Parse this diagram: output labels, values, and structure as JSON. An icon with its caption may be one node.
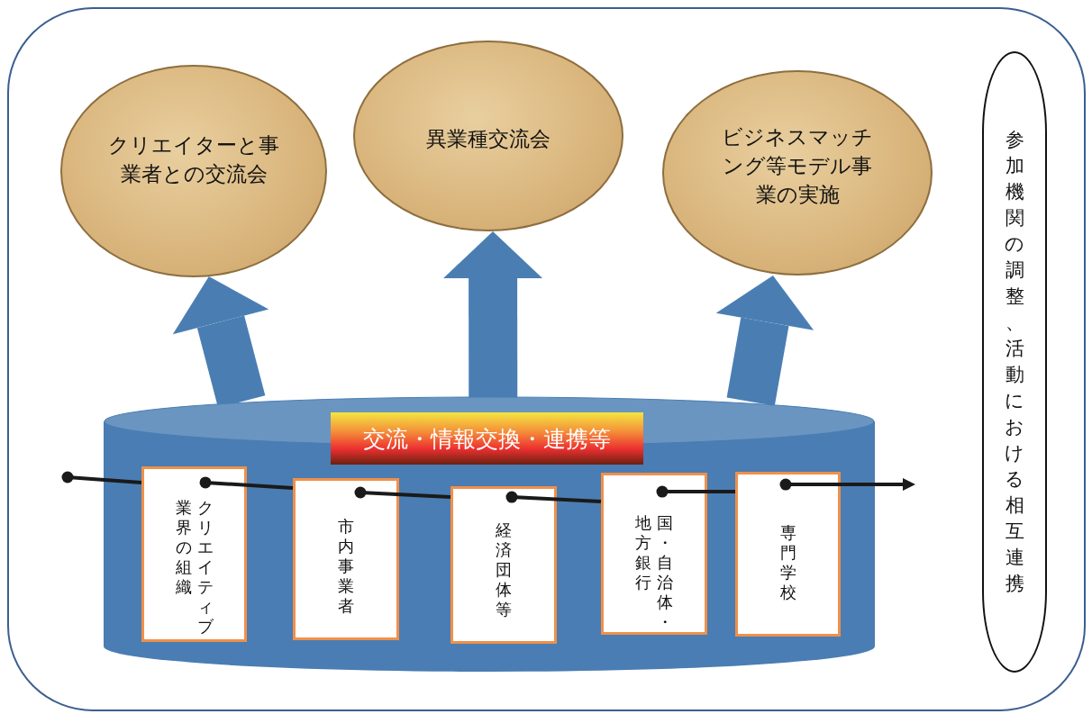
{
  "diagram": {
    "nodes": [
      {
        "text": [
          "クリエイターと事業者との交流会"
        ]
      },
      {
        "text": [
          "異業種交流会"
        ]
      },
      {
        "text": [
          "ビジネスマッチング等モデル事業の実施"
        ]
      },
      {
        "text": [],
        "shape": "cylinder"
      },
      {
        "text": [
          "交流・情報交換・連携等"
        ],
        "in": 3
      },
      {
        "text": [
          "クリエイティブ業界の組織"
        ],
        "in": 3
      },
      {
        "text": [
          "市内事業者"
        ],
        "in": 3
      },
      {
        "text": [
          "経済団体等"
        ],
        "in": 3
      },
      {
        "text": [
          "国・自治体・地方銀行"
        ],
        "in": 3
      },
      {
        "text": [
          "専門学校"
        ],
        "in": 3
      },
      {
        "text": [
          "参加機関の調整、活動における相互連携"
        ]
      }
    ],
    "edges": [
      {
        "from": 3,
        "to": 0,
        "arrow": "to",
        "style": "thick",
        "color": "#4a7eb3"
      },
      {
        "from": 3,
        "to": 1,
        "arrow": "to",
        "style": "thick",
        "color": "#4a7eb3"
      },
      {
        "from": 3,
        "to": 2,
        "arrow": "to",
        "style": "thick",
        "color": "#4a7eb3"
      },
      {
        "from": null,
        "to": 5,
        "arrow": "other"
      },
      {
        "from": 5,
        "to": 6,
        "arrow": "other"
      },
      {
        "from": 6,
        "to": 7,
        "arrow": "other"
      },
      {
        "from": 7,
        "to": 8,
        "arrow": "other"
      },
      {
        "from": 8,
        "to": 9,
        "arrow": "other"
      },
      {
        "from": 9,
        "to": null,
        "arrow": "to"
      }
    ]
  }
}
